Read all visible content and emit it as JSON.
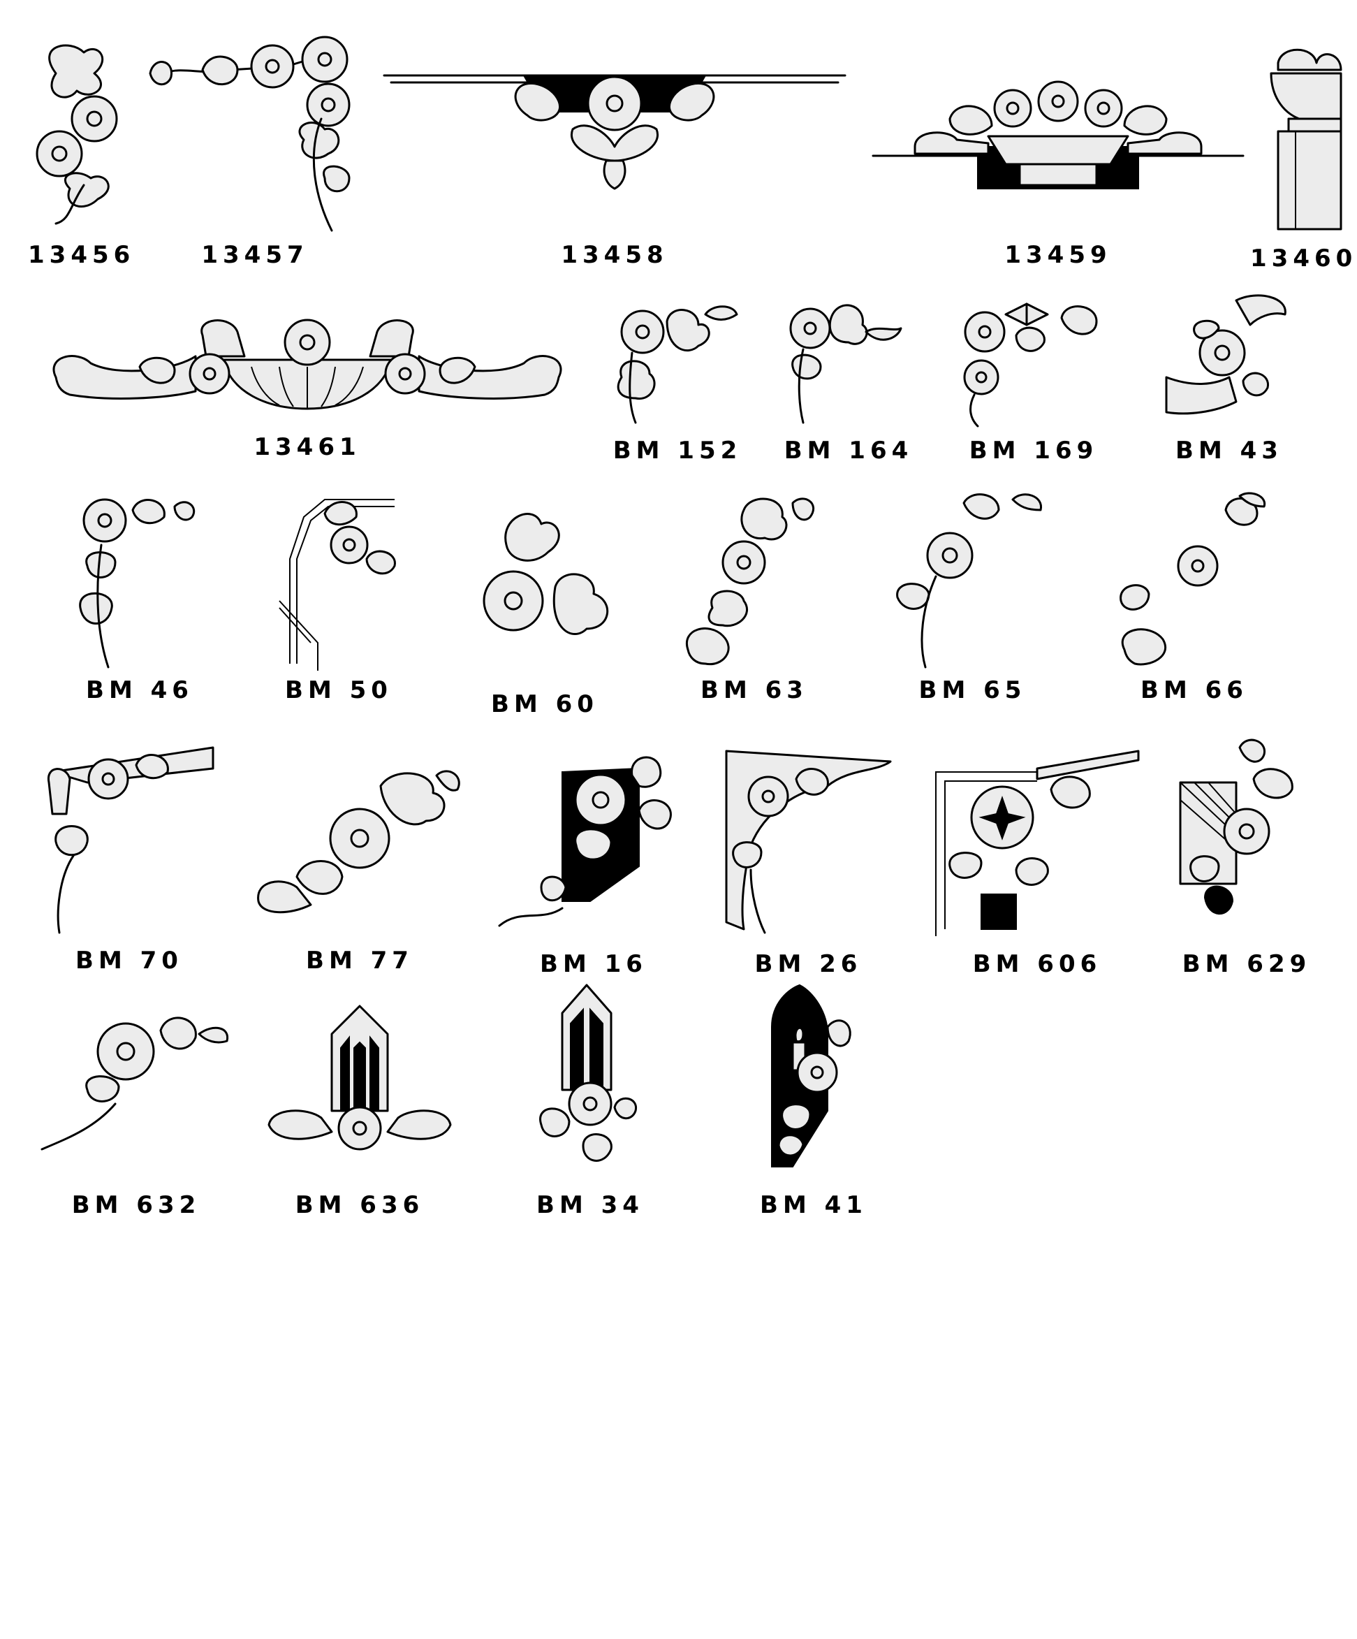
{
  "catalog": {
    "items": [
      {
        "code": "13456"
      },
      {
        "code": "13457"
      },
      {
        "code": "13458"
      },
      {
        "code": "13459"
      },
      {
        "code": "13460"
      },
      {
        "code": "13461"
      },
      {
        "code": "BM 152"
      },
      {
        "code": "BM 164"
      },
      {
        "code": "BM 169"
      },
      {
        "code": "BM 43"
      },
      {
        "code": "BM 46"
      },
      {
        "code": "BM 50"
      },
      {
        "code": "BM 60"
      },
      {
        "code": "BM 63"
      },
      {
        "code": "BM 65"
      },
      {
        "code": "BM 66"
      },
      {
        "code": "BM 70"
      },
      {
        "code": "BM 77"
      },
      {
        "code": "BM 16"
      },
      {
        "code": "BM 26"
      },
      {
        "code": "BM 606"
      },
      {
        "code": "BM 629"
      },
      {
        "code": "BM 632"
      },
      {
        "code": "BM 636"
      },
      {
        "code": "BM 34"
      },
      {
        "code": "BM 41"
      }
    ]
  }
}
